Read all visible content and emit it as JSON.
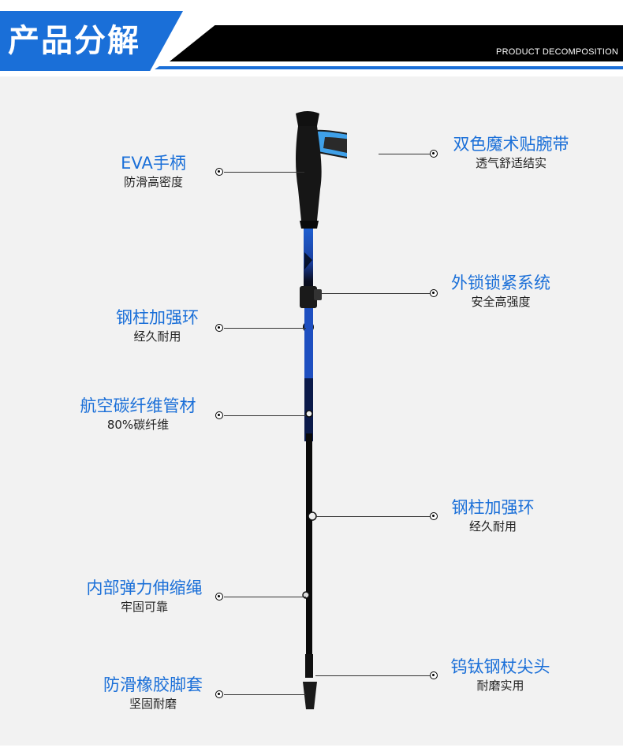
{
  "header": {
    "title": "产品分解",
    "subtitle": "PRODUCT DECOMPOSITION"
  },
  "parts": [
    {
      "id": "eva-grip",
      "name": "EVA手柄",
      "desc": "防滑高密度"
    },
    {
      "id": "wrist-strap",
      "name": "双色魔术贴腕带",
      "desc": "透气舒适结实"
    },
    {
      "id": "outer-lock",
      "name": "外锁锁紧系统",
      "desc": "安全高强度"
    },
    {
      "id": "steel-ring-1",
      "name": "钢柱加强环",
      "desc": "经久耐用"
    },
    {
      "id": "carbon-tube",
      "name": "航空碳纤维管材",
      "desc": "80%碳纤维"
    },
    {
      "id": "steel-ring-2",
      "name": "钢柱加强环",
      "desc": "经久耐用"
    },
    {
      "id": "elastic-cord",
      "name": "内部弹力伸缩绳",
      "desc": "牢固可靠"
    },
    {
      "id": "tungsten-tip",
      "name": "钨钛钢杖尖头",
      "desc": "耐磨实用"
    },
    {
      "id": "rubber-foot",
      "name": "防滑橡胶脚套",
      "desc": "坚固耐磨"
    }
  ],
  "colors": {
    "accent": "#1a6fd8",
    "header_black": "#000000",
    "background": "#f2f2f2"
  }
}
